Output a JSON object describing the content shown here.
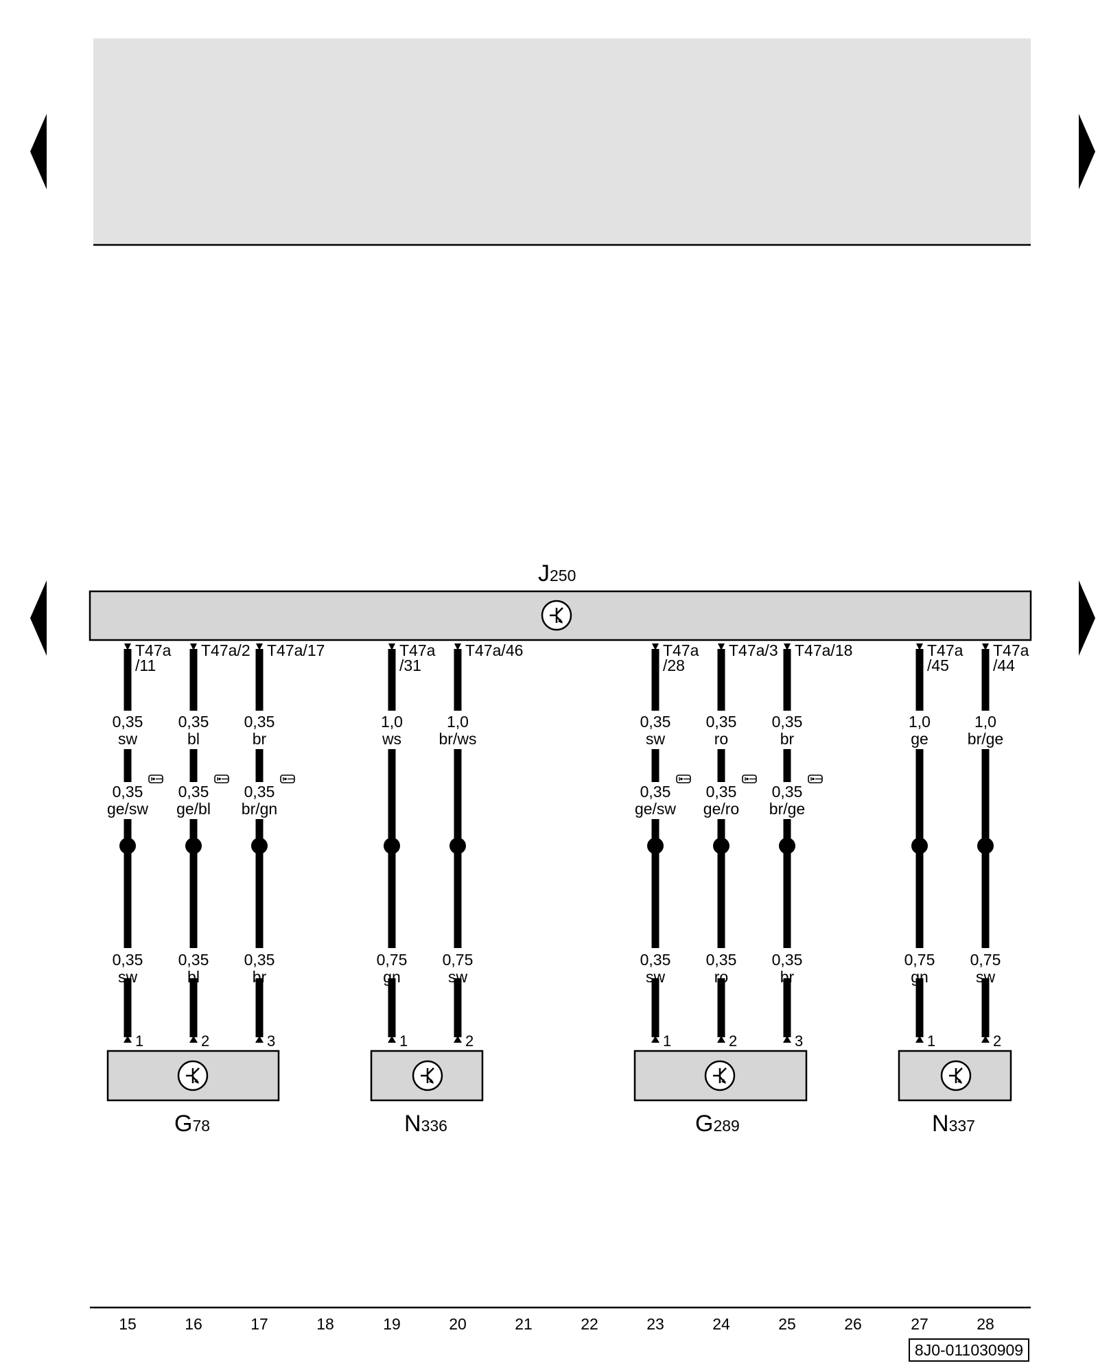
{
  "main_unit": {
    "letter": "J",
    "sub": "250"
  },
  "components": [
    {
      "letter": "G",
      "sub": "78"
    },
    {
      "letter": "N",
      "sub": "336"
    },
    {
      "letter": "G",
      "sub": "289"
    },
    {
      "letter": "N",
      "sub": "337"
    }
  ],
  "wires": [
    {
      "connector": [
        "T47a",
        "/11"
      ],
      "upper": [
        "0,35",
        "sw"
      ],
      "splice": [
        "0,35",
        "ge/sw"
      ],
      "lower": [
        "0,35",
        "sw"
      ],
      "pin": "1",
      "component": 0
    },
    {
      "connector": [
        "T47a/2"
      ],
      "upper": [
        "0,35",
        "bl"
      ],
      "splice": [
        "0,35",
        "ge/bl"
      ],
      "lower": [
        "0,35",
        "bl"
      ],
      "pin": "2",
      "component": 0
    },
    {
      "connector": [
        "T47a/17"
      ],
      "upper": [
        "0,35",
        "br"
      ],
      "splice": [
        "0,35",
        "br/gn"
      ],
      "lower": [
        "0,35",
        "br"
      ],
      "pin": "3",
      "component": 0
    },
    {
      "connector": [
        "T47a",
        "/31"
      ],
      "upper": [
        "1,0",
        "ws"
      ],
      "splice": null,
      "lower": [
        "0,75",
        "gn"
      ],
      "pin": "1",
      "component": 1
    },
    {
      "connector": [
        "T47a/46"
      ],
      "upper": [
        "1,0",
        "br/ws"
      ],
      "splice": null,
      "lower": [
        "0,75",
        "sw"
      ],
      "pin": "2",
      "component": 1
    },
    {
      "connector": [
        "T47a",
        "/28"
      ],
      "upper": [
        "0,35",
        "sw"
      ],
      "splice": [
        "0,35",
        "ge/sw"
      ],
      "lower": [
        "0,35",
        "sw"
      ],
      "pin": "1",
      "component": 2
    },
    {
      "connector": [
        "T47a/3"
      ],
      "upper": [
        "0,35",
        "ro"
      ],
      "splice": [
        "0,35",
        "ge/ro"
      ],
      "lower": [
        "0,35",
        "ro"
      ],
      "pin": "2",
      "component": 2
    },
    {
      "connector": [
        "T47a/18"
      ],
      "upper": [
        "0,35",
        "br"
      ],
      "splice": [
        "0,35",
        "br/ge"
      ],
      "lower": [
        "0,35",
        "br"
      ],
      "pin": "3",
      "component": 2
    },
    {
      "connector": [
        "T47a",
        "/45"
      ],
      "upper": [
        "1,0",
        "ge"
      ],
      "splice": null,
      "lower": [
        "0,75",
        "gn"
      ],
      "pin": "1",
      "component": 3
    },
    {
      "connector": [
        "T47a",
        "/44"
      ],
      "upper": [
        "1,0",
        "br/ge"
      ],
      "splice": null,
      "lower": [
        "0,75",
        "sw"
      ],
      "pin": "2",
      "component": 3
    }
  ],
  "track_numbers": [
    "15",
    "16",
    "17",
    "18",
    "19",
    "20",
    "21",
    "22",
    "23",
    "24",
    "25",
    "26",
    "27",
    "28"
  ],
  "doc_number": "8J0-011030909",
  "icons": {
    "nav": "page-arrow-icon",
    "ecu": "electronic-component-icon",
    "shield": "shielded-cable-icon"
  },
  "colors": {
    "header_fill": "#e2e2e2",
    "box_fill": "#d6d6d6",
    "wire": "#000000"
  }
}
